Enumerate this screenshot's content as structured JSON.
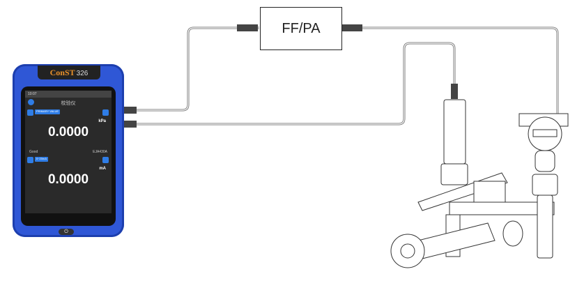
{
  "device": {
    "brand": "ConST",
    "model": "326",
    "body_color": "#2f57d6",
    "status_time": "10:07",
    "screen_title": "校验仪",
    "channel1": {
      "tag": "PRIMARY VALUE",
      "unit": "kPa",
      "value": "0.0000"
    },
    "info_left": "Good",
    "info_right": "EJA430A",
    "channel2": {
      "tag": "0~20mA",
      "unit": "mA",
      "value": "0.0000"
    },
    "power_icon": "power-icon"
  },
  "bus_box": {
    "label": "FF/PA"
  }
}
